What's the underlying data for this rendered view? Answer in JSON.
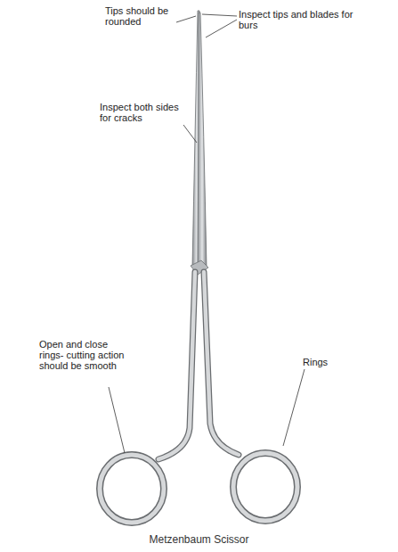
{
  "diagram": {
    "caption": "Metzenbaum Scissor",
    "labels": [
      "Tips should be rounded",
      "Inspect tips and blades for burs",
      "Inspect both sides for cracks",
      "Open and close rings- cutting action should be smooth",
      "Rings"
    ]
  }
}
